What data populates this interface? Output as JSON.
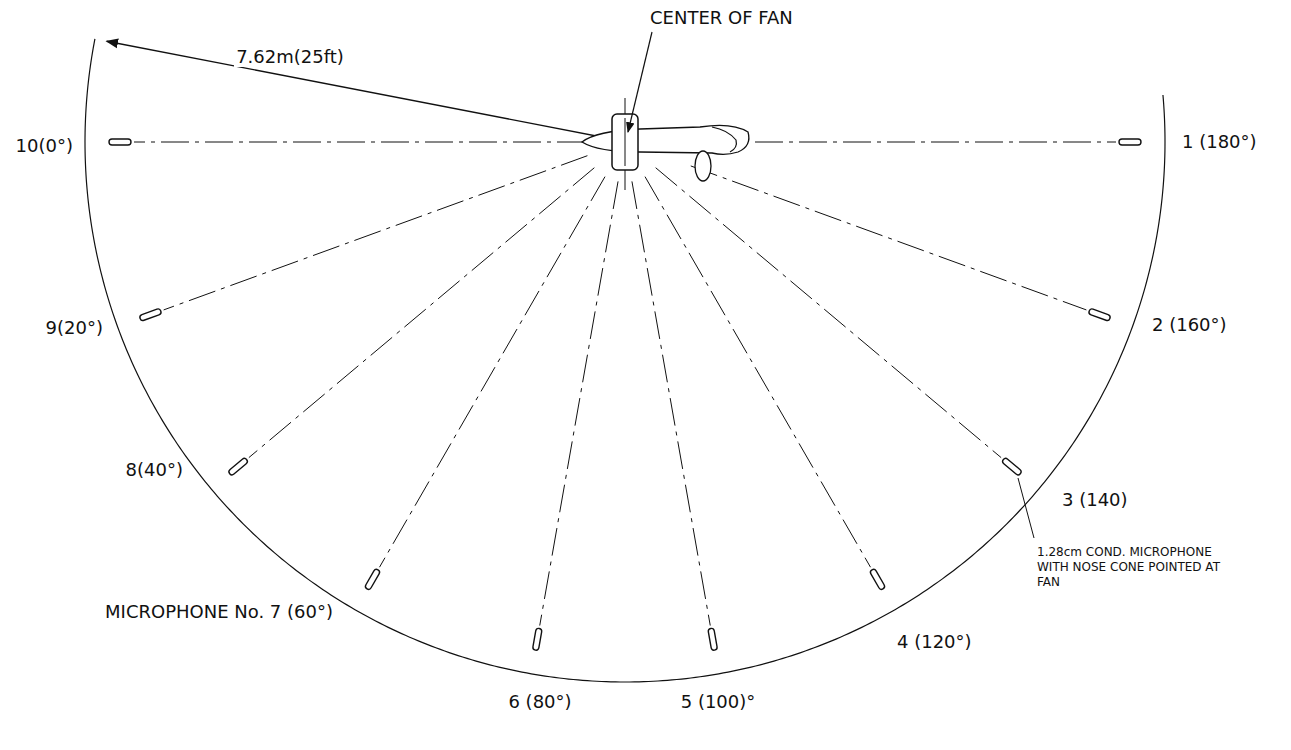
{
  "diagram": {
    "labels": [
      "CENTER OF FAN",
      "7.62m(25ft)",
      "10(0°)",
      "1 (180°)",
      "9(20°)",
      "2 (160°)",
      "8(40°)",
      "3 (140)",
      "1.28cm COND. MICROPHONE WITH NOSE CONE POINTED AT FAN",
      "MICROPHONE No. 7 (60°)",
      "4 (120°)",
      "6 (80°)",
      "5 (100)°"
    ]
  }
}
